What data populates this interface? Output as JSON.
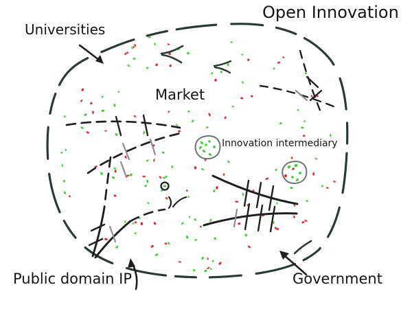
{
  "title": "Open Innovation",
  "labels": {
    "universities": "Universities",
    "market": "Market",
    "innovation_intermediary": "Innovation intermediary",
    "public_domain_ip": "Public domain IP",
    "government": "Government"
  },
  "colors": {
    "ink": "#1f1f1f",
    "boundary": "#2a3a30",
    "tick_gray": "#8d8d8d",
    "pool_outline": "#69776c",
    "red_dot": "#d0202e",
    "red_halo": "#f2b3ae",
    "green_dot": "#3fc63c",
    "green_halo": "#b4ecaa",
    "text": "#141414",
    "background": "#ffffff"
  },
  "scatter": {
    "red_count": 72,
    "green_count": 88,
    "seed": 20
  },
  "pools": [
    {
      "name": "innovation-pool-a",
      "dots": [
        [
          294,
          208,
          "g"
        ],
        [
          305,
          206,
          "g"
        ],
        [
          312,
          214,
          "g"
        ],
        [
          297,
          220,
          "g"
        ],
        [
          306,
          225,
          "g"
        ],
        [
          292,
          215,
          "g"
        ],
        [
          300,
          211,
          "g"
        ]
      ]
    },
    {
      "name": "innovation-pool-b",
      "dots": [
        [
          421,
          243,
          "g"
        ],
        [
          431,
          241,
          "g"
        ],
        [
          437,
          252,
          "g"
        ],
        [
          426,
          258,
          "g"
        ],
        [
          433,
          262,
          "g"
        ],
        [
          416,
          256,
          "r"
        ],
        [
          427,
          246,
          "r"
        ]
      ]
    }
  ]
}
